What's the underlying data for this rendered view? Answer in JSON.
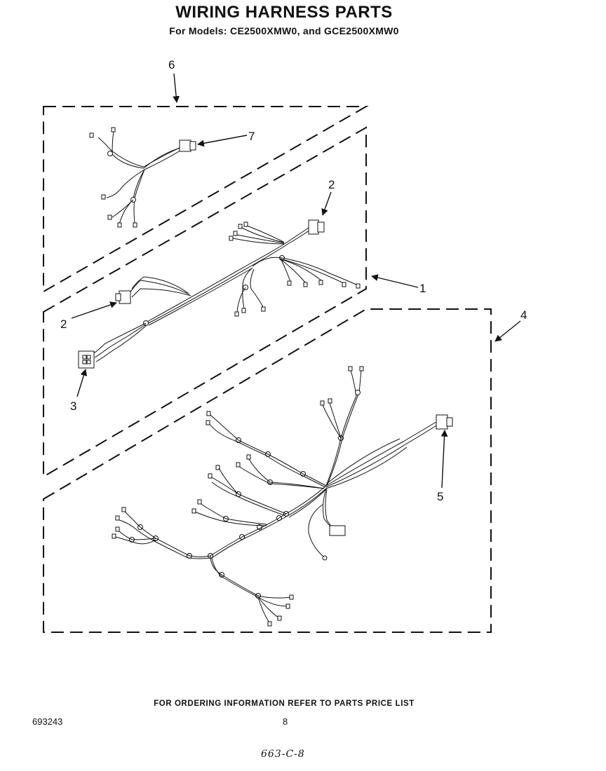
{
  "header": {
    "title": "WIRING HARNESS PARTS",
    "subtitle": "For Models: CE2500XMW0, and GCE2500XMW0"
  },
  "callouts": {
    "c1": "1",
    "c2a": "2",
    "c2b": "2",
    "c3": "3",
    "c4": "4",
    "c5": "5",
    "c6": "6",
    "c7": "7"
  },
  "footer": {
    "note": "FOR ORDERING INFORMATION REFER TO PARTS PRICE LIST",
    "doc_number": "693243",
    "page_number": "8",
    "handwritten": "663-C-8"
  }
}
